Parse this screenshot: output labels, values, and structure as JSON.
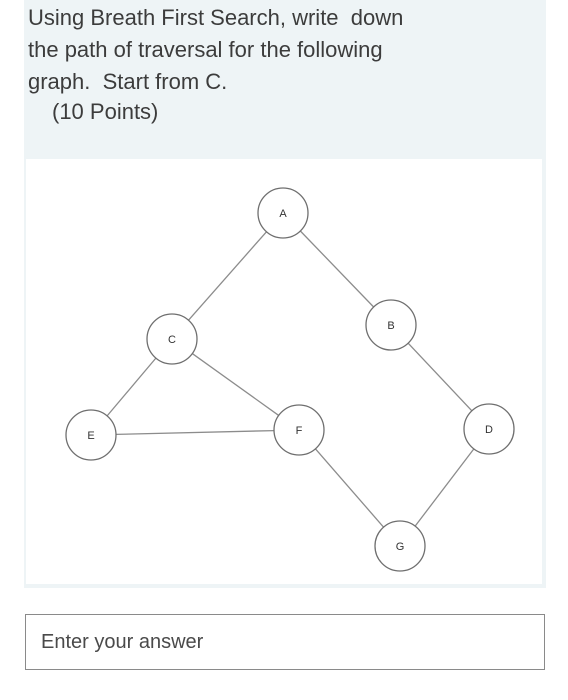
{
  "question": {
    "lines": [
      "Using Breath First Search, write  down",
      "the path of traversal for the following",
      "graph.  Start from C."
    ],
    "points": "(10 Points)"
  },
  "graph": {
    "nodes": [
      {
        "id": "A",
        "label": "A"
      },
      {
        "id": "B",
        "label": "B"
      },
      {
        "id": "C",
        "label": "C"
      },
      {
        "id": "D",
        "label": "D"
      },
      {
        "id": "E",
        "label": "E"
      },
      {
        "id": "F",
        "label": "F"
      },
      {
        "id": "G",
        "label": "G"
      }
    ],
    "edges": [
      [
        "A",
        "C"
      ],
      [
        "A",
        "B"
      ],
      [
        "B",
        "D"
      ],
      [
        "C",
        "E"
      ],
      [
        "C",
        "F"
      ],
      [
        "E",
        "F"
      ],
      [
        "F",
        "G"
      ],
      [
        "G",
        "D"
      ]
    ]
  },
  "answer": {
    "placeholder": "Enter your answer",
    "value": ""
  }
}
